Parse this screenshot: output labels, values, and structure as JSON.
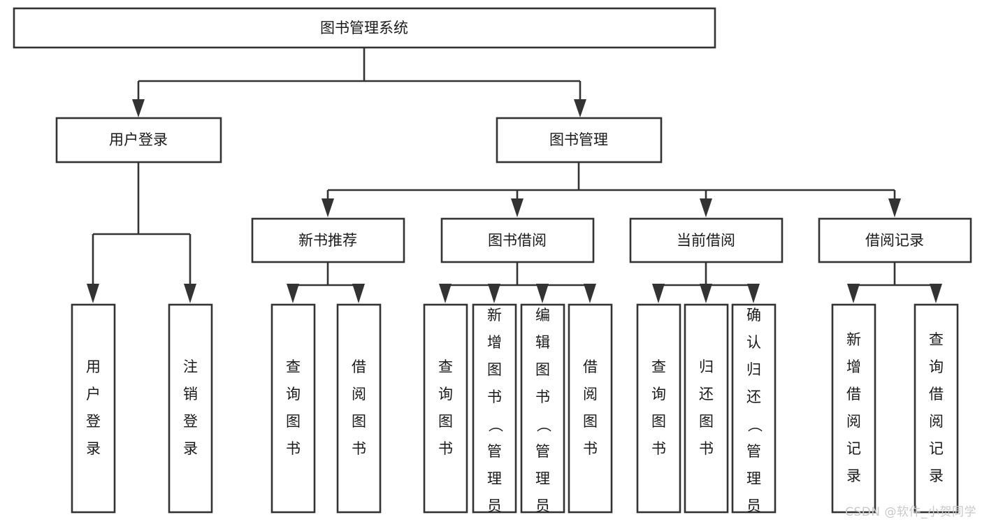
{
  "diagram": {
    "type": "tree-hierarchy-chart",
    "title": "图书管理系统",
    "root": {
      "id": "root",
      "label": "图书管理系统"
    },
    "level2": [
      {
        "id": "user-login",
        "label": "用户登录"
      },
      {
        "id": "book-manage",
        "label": "图书管理"
      }
    ],
    "level3": [
      {
        "id": "new-book-recommend",
        "label": "新书推荐",
        "parent": "book-manage"
      },
      {
        "id": "book-borrow",
        "label": "图书借阅",
        "parent": "book-manage"
      },
      {
        "id": "current-borrow",
        "label": "当前借阅",
        "parent": "book-manage"
      },
      {
        "id": "borrow-record",
        "label": "借阅记录",
        "parent": "book-manage"
      }
    ],
    "leaves": [
      {
        "id": "leaf-user-login",
        "label": "用户登录",
        "parent": "user-login"
      },
      {
        "id": "leaf-logout-login",
        "label": "注销登录",
        "parent": "user-login"
      },
      {
        "id": "leaf-query-book-1",
        "label": "查询图书",
        "parent": "new-book-recommend"
      },
      {
        "id": "leaf-borrow-book-1",
        "label": "借阅图书",
        "parent": "new-book-recommend"
      },
      {
        "id": "leaf-query-book-2",
        "label": "查询图书",
        "parent": "book-borrow"
      },
      {
        "id": "leaf-add-book",
        "label": "新增图书（管理员）",
        "parent": "book-borrow"
      },
      {
        "id": "leaf-edit-book",
        "label": "编辑图书（管理员）",
        "parent": "book-borrow"
      },
      {
        "id": "leaf-borrow-book-2",
        "label": "借阅图书",
        "parent": "book-borrow"
      },
      {
        "id": "leaf-query-book-3",
        "label": "查询图书",
        "parent": "current-borrow"
      },
      {
        "id": "leaf-return-book",
        "label": "归还图书",
        "parent": "current-borrow"
      },
      {
        "id": "leaf-confirm-return",
        "label": "确认归还（管理员）",
        "parent": "current-borrow"
      },
      {
        "id": "leaf-add-borrow-record",
        "label": "新增借阅记录",
        "parent": "borrow-record"
      },
      {
        "id": "leaf-query-borrow-record",
        "label": "查询借阅记录",
        "parent": "borrow-record"
      }
    ],
    "colors": {
      "stroke": "#333333",
      "fill": "#ffffff",
      "text": "#1a1a1a",
      "watermark": "#c9c9c9"
    }
  },
  "watermark": {
    "text": "CSDN @软件_小贺同学"
  }
}
